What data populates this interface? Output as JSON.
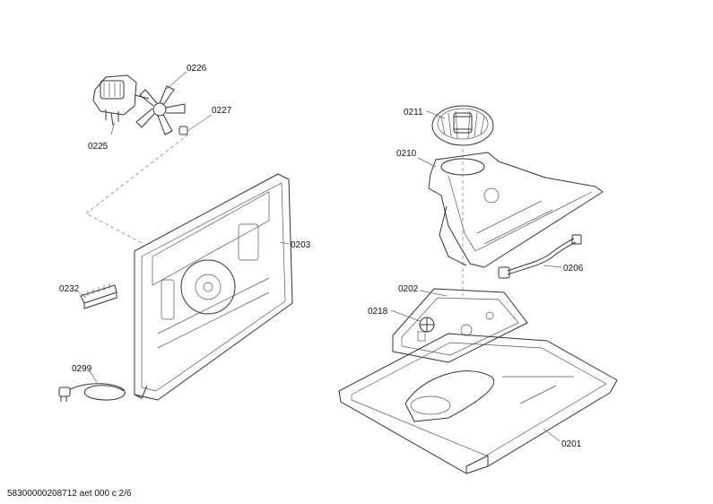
{
  "labels": {
    "p0226": "0226",
    "p0227": "0227",
    "p0225": "0225",
    "p0211": "0211",
    "p0210": "0210",
    "p0203": "0203",
    "p0206": "0206",
    "p0232": "0232",
    "p0202": "0202",
    "p0218": "0218",
    "p0299": "0299",
    "p0201": "0201"
  },
  "footer": "58300000208712 aet 000 c 2/6"
}
